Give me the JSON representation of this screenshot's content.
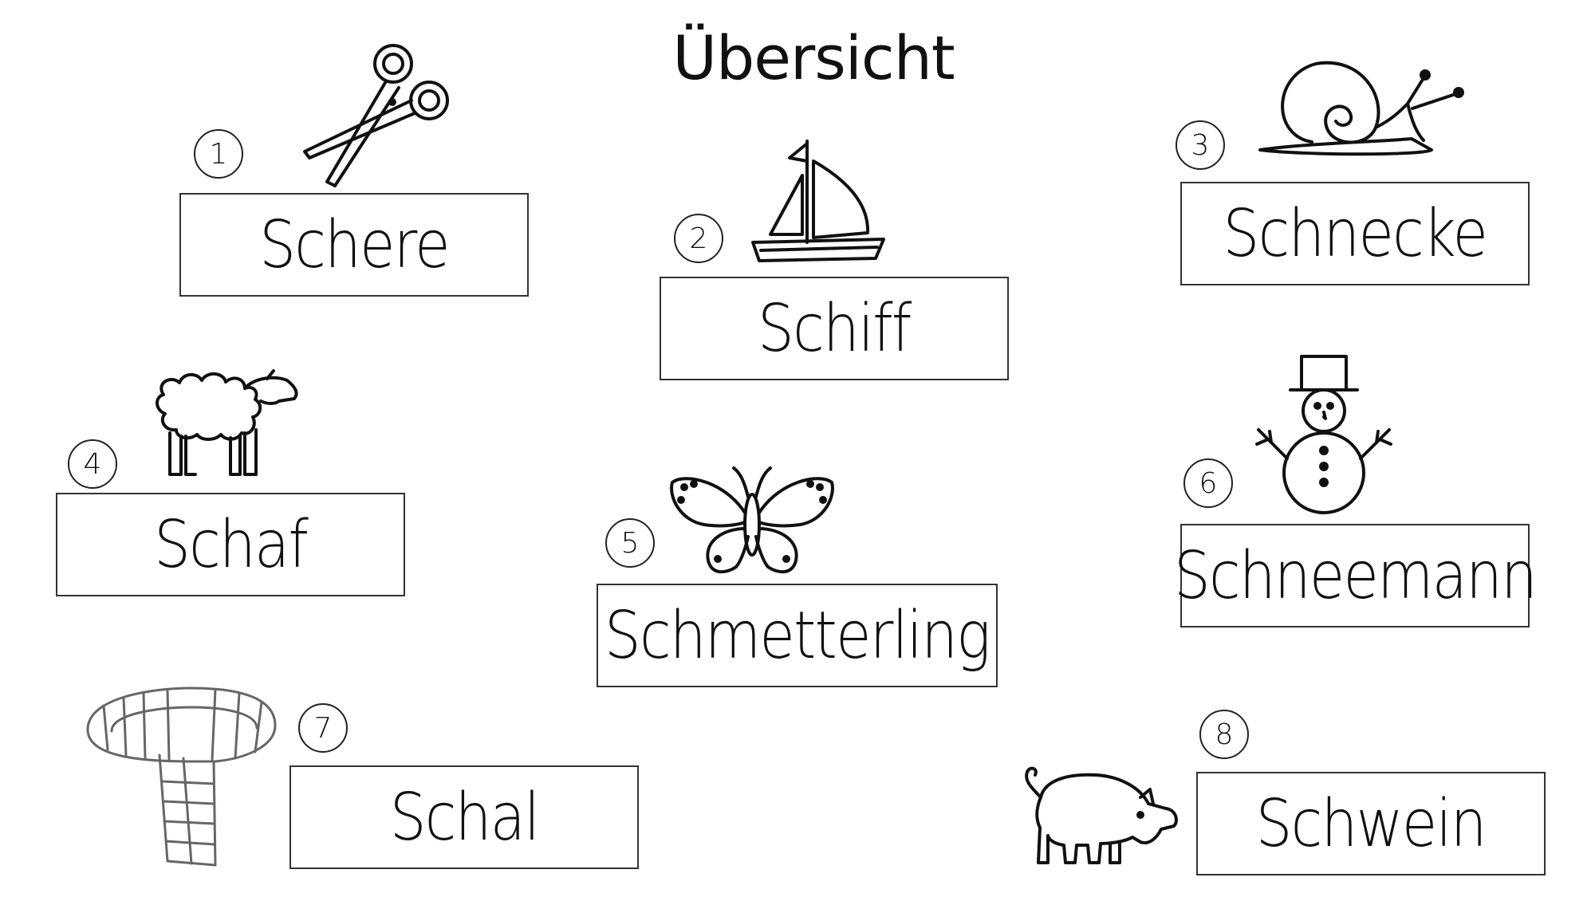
{
  "title": "Übersicht",
  "items": [
    {
      "number": "1",
      "word": "Schere",
      "icon": "scissors-icon"
    },
    {
      "number": "2",
      "word": "Schiff",
      "icon": "sailboat-icon"
    },
    {
      "number": "3",
      "word": "Schnecke",
      "icon": "snail-icon"
    },
    {
      "number": "4",
      "word": "Schaf",
      "icon": "sheep-icon"
    },
    {
      "number": "5",
      "word": "Schmetterling",
      "icon": "butterfly-icon"
    },
    {
      "number": "6",
      "word": "Schneemann",
      "icon": "snowman-icon"
    },
    {
      "number": "7",
      "word": "Schal",
      "icon": "scarf-icon"
    },
    {
      "number": "8",
      "word": "Schwein",
      "icon": "pig-icon"
    }
  ]
}
